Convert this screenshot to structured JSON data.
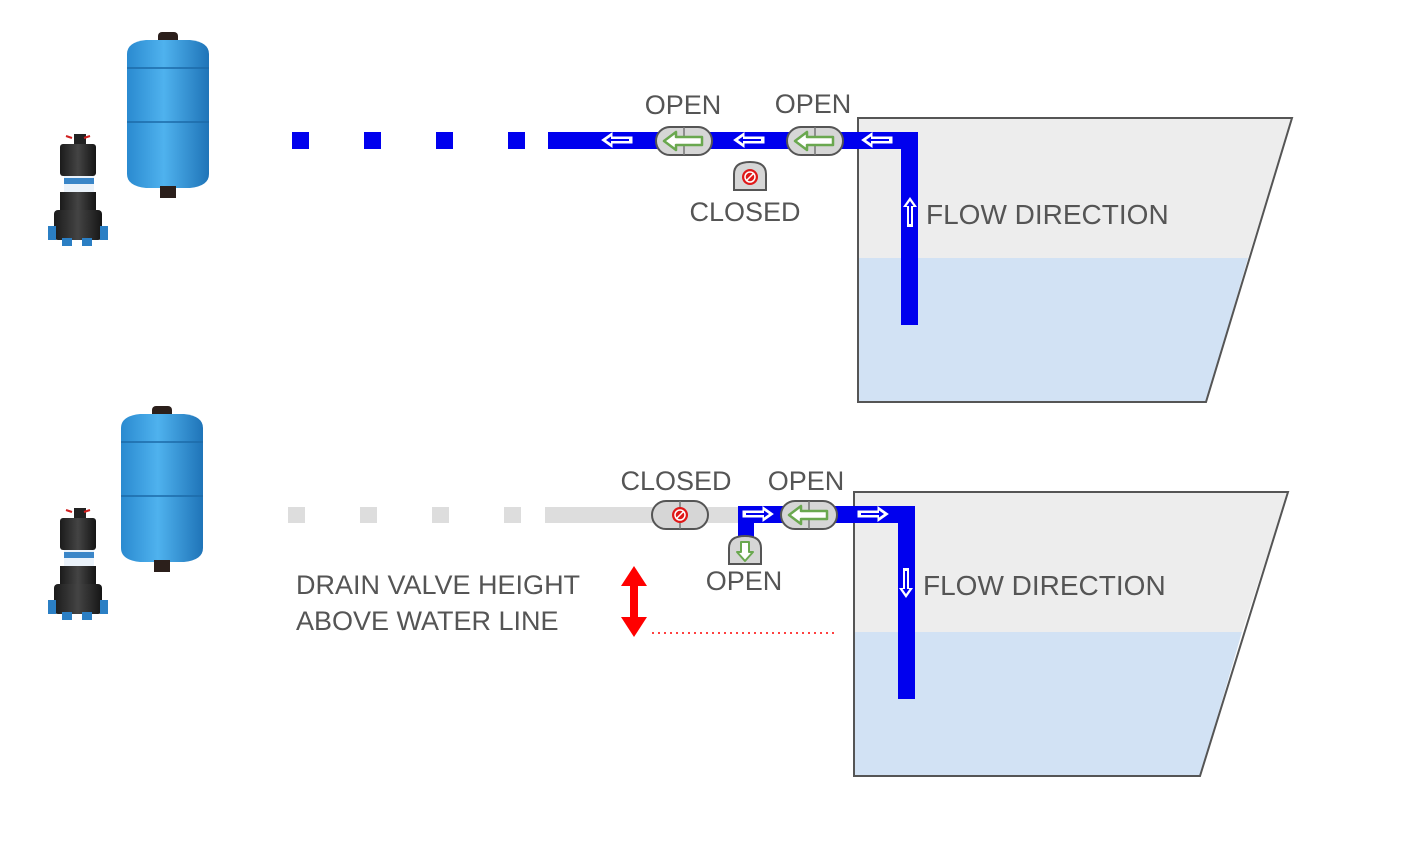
{
  "colors": {
    "pipe_active": "#0000ee",
    "pipe_inactive": "#dddddd",
    "tank_air": "#ededed",
    "tank_water": "#d2e2f4",
    "tank_outline": "#555555",
    "valve_open_arrow": "#6aa84f",
    "valve_closed_symbol": "#e01818",
    "height_arrow": "#ff0000",
    "label_text": "#555555"
  },
  "top_diagram": {
    "valve_left_label": "OPEN",
    "valve_right_label": "OPEN",
    "drain_valve_label": "CLOSED",
    "flow_label": "FLOW DIRECTION",
    "flow_arrow_icon": "up-arrow-icon"
  },
  "bottom_diagram": {
    "valve_left_label": "CLOSED",
    "valve_right_label": "OPEN",
    "drain_valve_label": "OPEN",
    "flow_label": "FLOW DIRECTION",
    "flow_arrow_icon": "down-arrow-icon",
    "drain_height_label_line1": "DRAIN VALVE HEIGHT",
    "drain_height_label_line2": "ABOVE WATER LINE"
  },
  "icons": {
    "pump": "water-pump-icon",
    "pressure_tank": "pressure-tank-icon",
    "valve_open": "valve-open-icon",
    "valve_closed": "valve-closed-icon"
  }
}
